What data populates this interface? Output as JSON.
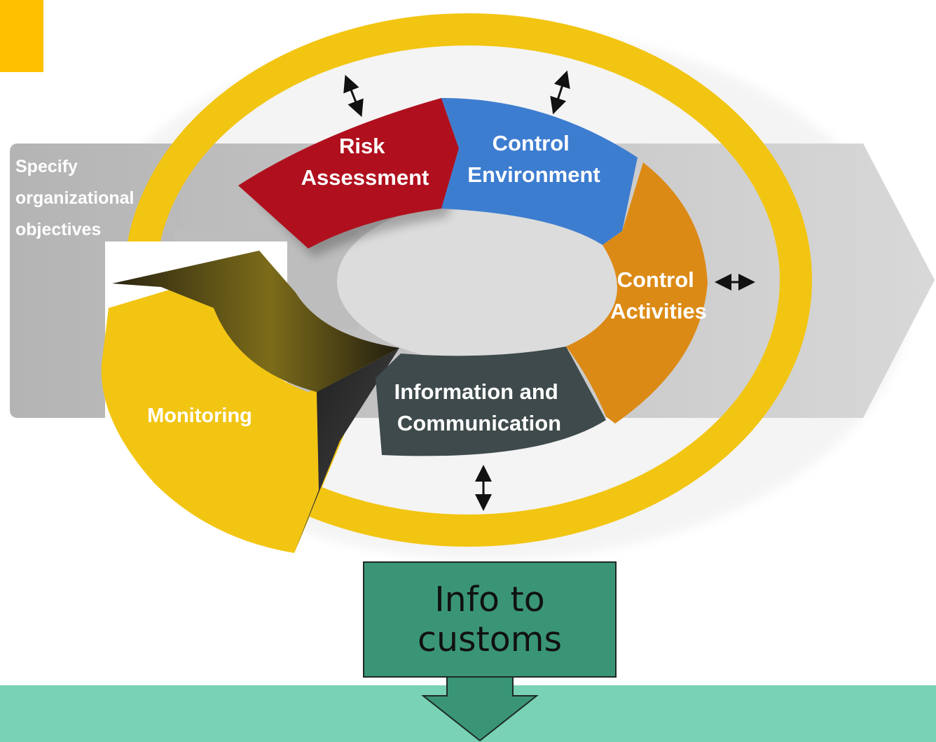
{
  "diagram": {
    "objectives_text": [
      "Specify",
      "organizational",
      "objectives"
    ],
    "components": [
      {
        "id": "risk",
        "lines": [
          "Risk",
          "Assessment"
        ],
        "color": "#b0101e"
      },
      {
        "id": "control-environment",
        "lines": [
          "Control",
          "Environment"
        ],
        "color": "#3d7dd0"
      },
      {
        "id": "control-activities",
        "lines": [
          "Control",
          "Activities"
        ],
        "color": "#dc8a16"
      },
      {
        "id": "info-comm",
        "lines": [
          "Information and",
          "Communication"
        ],
        "color": "#3e4a4b"
      }
    ],
    "monitoring_label": "Monitoring",
    "ring_color": "#f2c513",
    "process_arrow_color": "#c9c9c9"
  },
  "callout": {
    "text_lines": [
      "Info to",
      "customs"
    ],
    "box_color": "#3a9577",
    "band_color": "#79d2b6"
  },
  "theme": {
    "accent": "#ffc000"
  }
}
